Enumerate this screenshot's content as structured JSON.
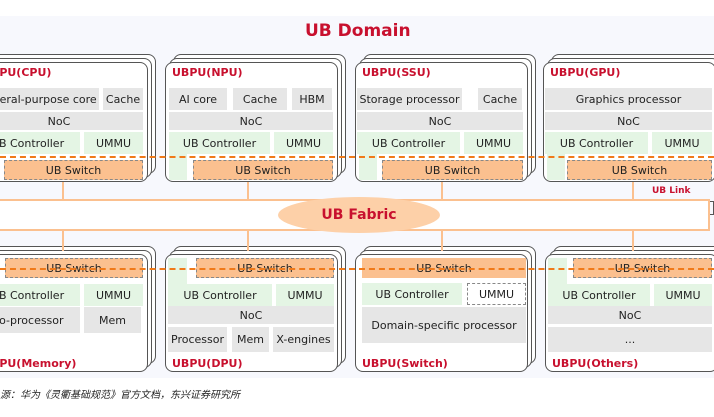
{
  "title": "UB Domain",
  "fabric": "UB Fabric",
  "link": "UB Link",
  "source": "源：华为《灵衢基础规范》官方文档，东兴证券研究所",
  "colors": {
    "title": "#c8102e",
    "switch": "#fbc08f",
    "controller": "#e4f5e4",
    "block": "#e6e6e6",
    "dashed_line": "#f07a1a"
  },
  "top": [
    {
      "name": "UBPU(CPU)",
      "blocks": [
        "General-purpose core",
        "Cache",
        "NoC",
        "UB Controller",
        "UMMU",
        "UB Switch"
      ]
    },
    {
      "name": "UBPU(NPU)",
      "blocks": [
        "AI core",
        "Cache",
        "HBM",
        "NoC",
        "UB Controller",
        "UMMU",
        "UB Switch"
      ]
    },
    {
      "name": "UBPU(SSU)",
      "blocks": [
        "Storage processor",
        "Cache",
        "NoC",
        "UB Controller",
        "UMMU",
        "UB Switch"
      ]
    },
    {
      "name": "UBPU(GPU)",
      "blocks": [
        "Graphics processor",
        "NoC",
        "UB Controller",
        "UMMU",
        "UB Switch"
      ]
    }
  ],
  "bottom": [
    {
      "name": "UBPU(Memory)",
      "blocks": [
        "UB Switch",
        "UB Controller",
        "UMMU",
        "Co-processor",
        "Mem"
      ]
    },
    {
      "name": "UBPU(DPU)",
      "blocks": [
        "UB Switch",
        "UB Controller",
        "UMMU",
        "NoC",
        "Processor",
        "Mem",
        "X-engines"
      ]
    },
    {
      "name": "UBPU(Switch)",
      "blocks": [
        "UB Switch",
        "UB Controller",
        "UMMU",
        "Domain-specific processor"
      ]
    },
    {
      "name": "UBPU(Others)",
      "blocks": [
        "UB Switch",
        "UB Controller",
        "UMMU",
        "NoC",
        "..."
      ]
    }
  ]
}
